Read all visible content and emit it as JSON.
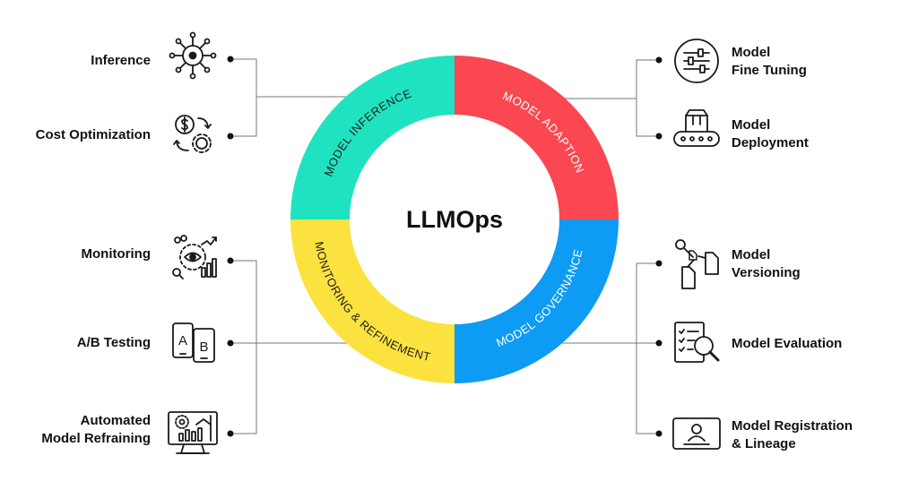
{
  "center_title": "LLMOps",
  "segments": [
    {
      "label": "MODEL INFERENCE",
      "color": "#1fe3c0"
    },
    {
      "label": "MODEL ADAPTION",
      "color": "#fa4751"
    },
    {
      "label": "MODEL GOVERNANCE",
      "color": "#0d9bf4"
    },
    {
      "label": "MONITORING & REFINEMENT",
      "color": "#fbe23e"
    }
  ],
  "left_items": [
    {
      "label": [
        "Inference"
      ],
      "icon": "neural-chip-icon"
    },
    {
      "label": [
        "Cost Optimization"
      ],
      "icon": "dollar-gear-cycle-icon"
    },
    {
      "label": [
        "Monitoring"
      ],
      "icon": "eye-analytics-icon"
    },
    {
      "label": [
        "A/B Testing"
      ],
      "icon": "ab-test-icon"
    },
    {
      "label": [
        "Automated",
        "Model Refraining"
      ],
      "icon": "monitor-chart-icon"
    }
  ],
  "right_items": [
    {
      "label": [
        "Model",
        "Fine Tuning"
      ],
      "icon": "sliders-icon"
    },
    {
      "label": [
        "Model",
        "Deployment"
      ],
      "icon": "conveyor-box-icon"
    },
    {
      "label": [
        "Model",
        "Versioning"
      ],
      "icon": "version-tree-icon"
    },
    {
      "label": [
        "Model Evaluation"
      ],
      "icon": "checklist-magnifier-icon"
    },
    {
      "label": [
        "Model Registration",
        "& Lineage"
      ],
      "icon": "id-card-icon"
    }
  ]
}
